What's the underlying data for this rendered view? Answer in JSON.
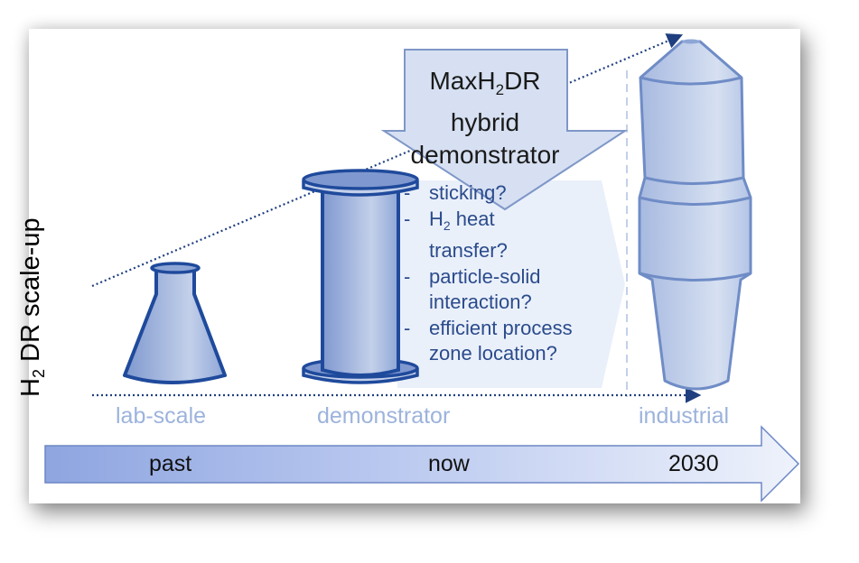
{
  "y_axis_label": {
    "prefix": "H",
    "subscript": "2",
    "suffix": " DR scale-up"
  },
  "stages": [
    {
      "label": "lab-scale",
      "icon": "flask-icon"
    },
    {
      "label": "demonstrator",
      "icon": "column-reactor-icon"
    },
    {
      "label": "industrial",
      "icon": "shaft-furnace-icon"
    }
  ],
  "callout": {
    "line1_prefix": "MaxH",
    "line1_subscript": "2",
    "line1_suffix": "DR",
    "line2": "hybrid",
    "line3": "demonstrator"
  },
  "questions": [
    {
      "dash": "-",
      "text": "sticking?"
    },
    {
      "dash": "-",
      "prefix": "H",
      "subscript": "2",
      "text": " heat",
      "cont": "transfer?"
    },
    {
      "dash": "-",
      "text": "particle-solid",
      "cont": "interaction?"
    },
    {
      "dash": "-",
      "text": "efficient process",
      "cont": "zone location?"
    }
  ],
  "timeline": {
    "past": "past",
    "now": "now",
    "future": "2030"
  },
  "colors": {
    "outline": "#1f4a9c",
    "fill_light": "#c9d6ee",
    "fill_mid": "#8ea6d6",
    "stage_text": "#9cb3dc",
    "question_text": "#2b4b8c",
    "callout_fill": "#d6e0f2",
    "callout_stroke": "#7f97c8"
  }
}
